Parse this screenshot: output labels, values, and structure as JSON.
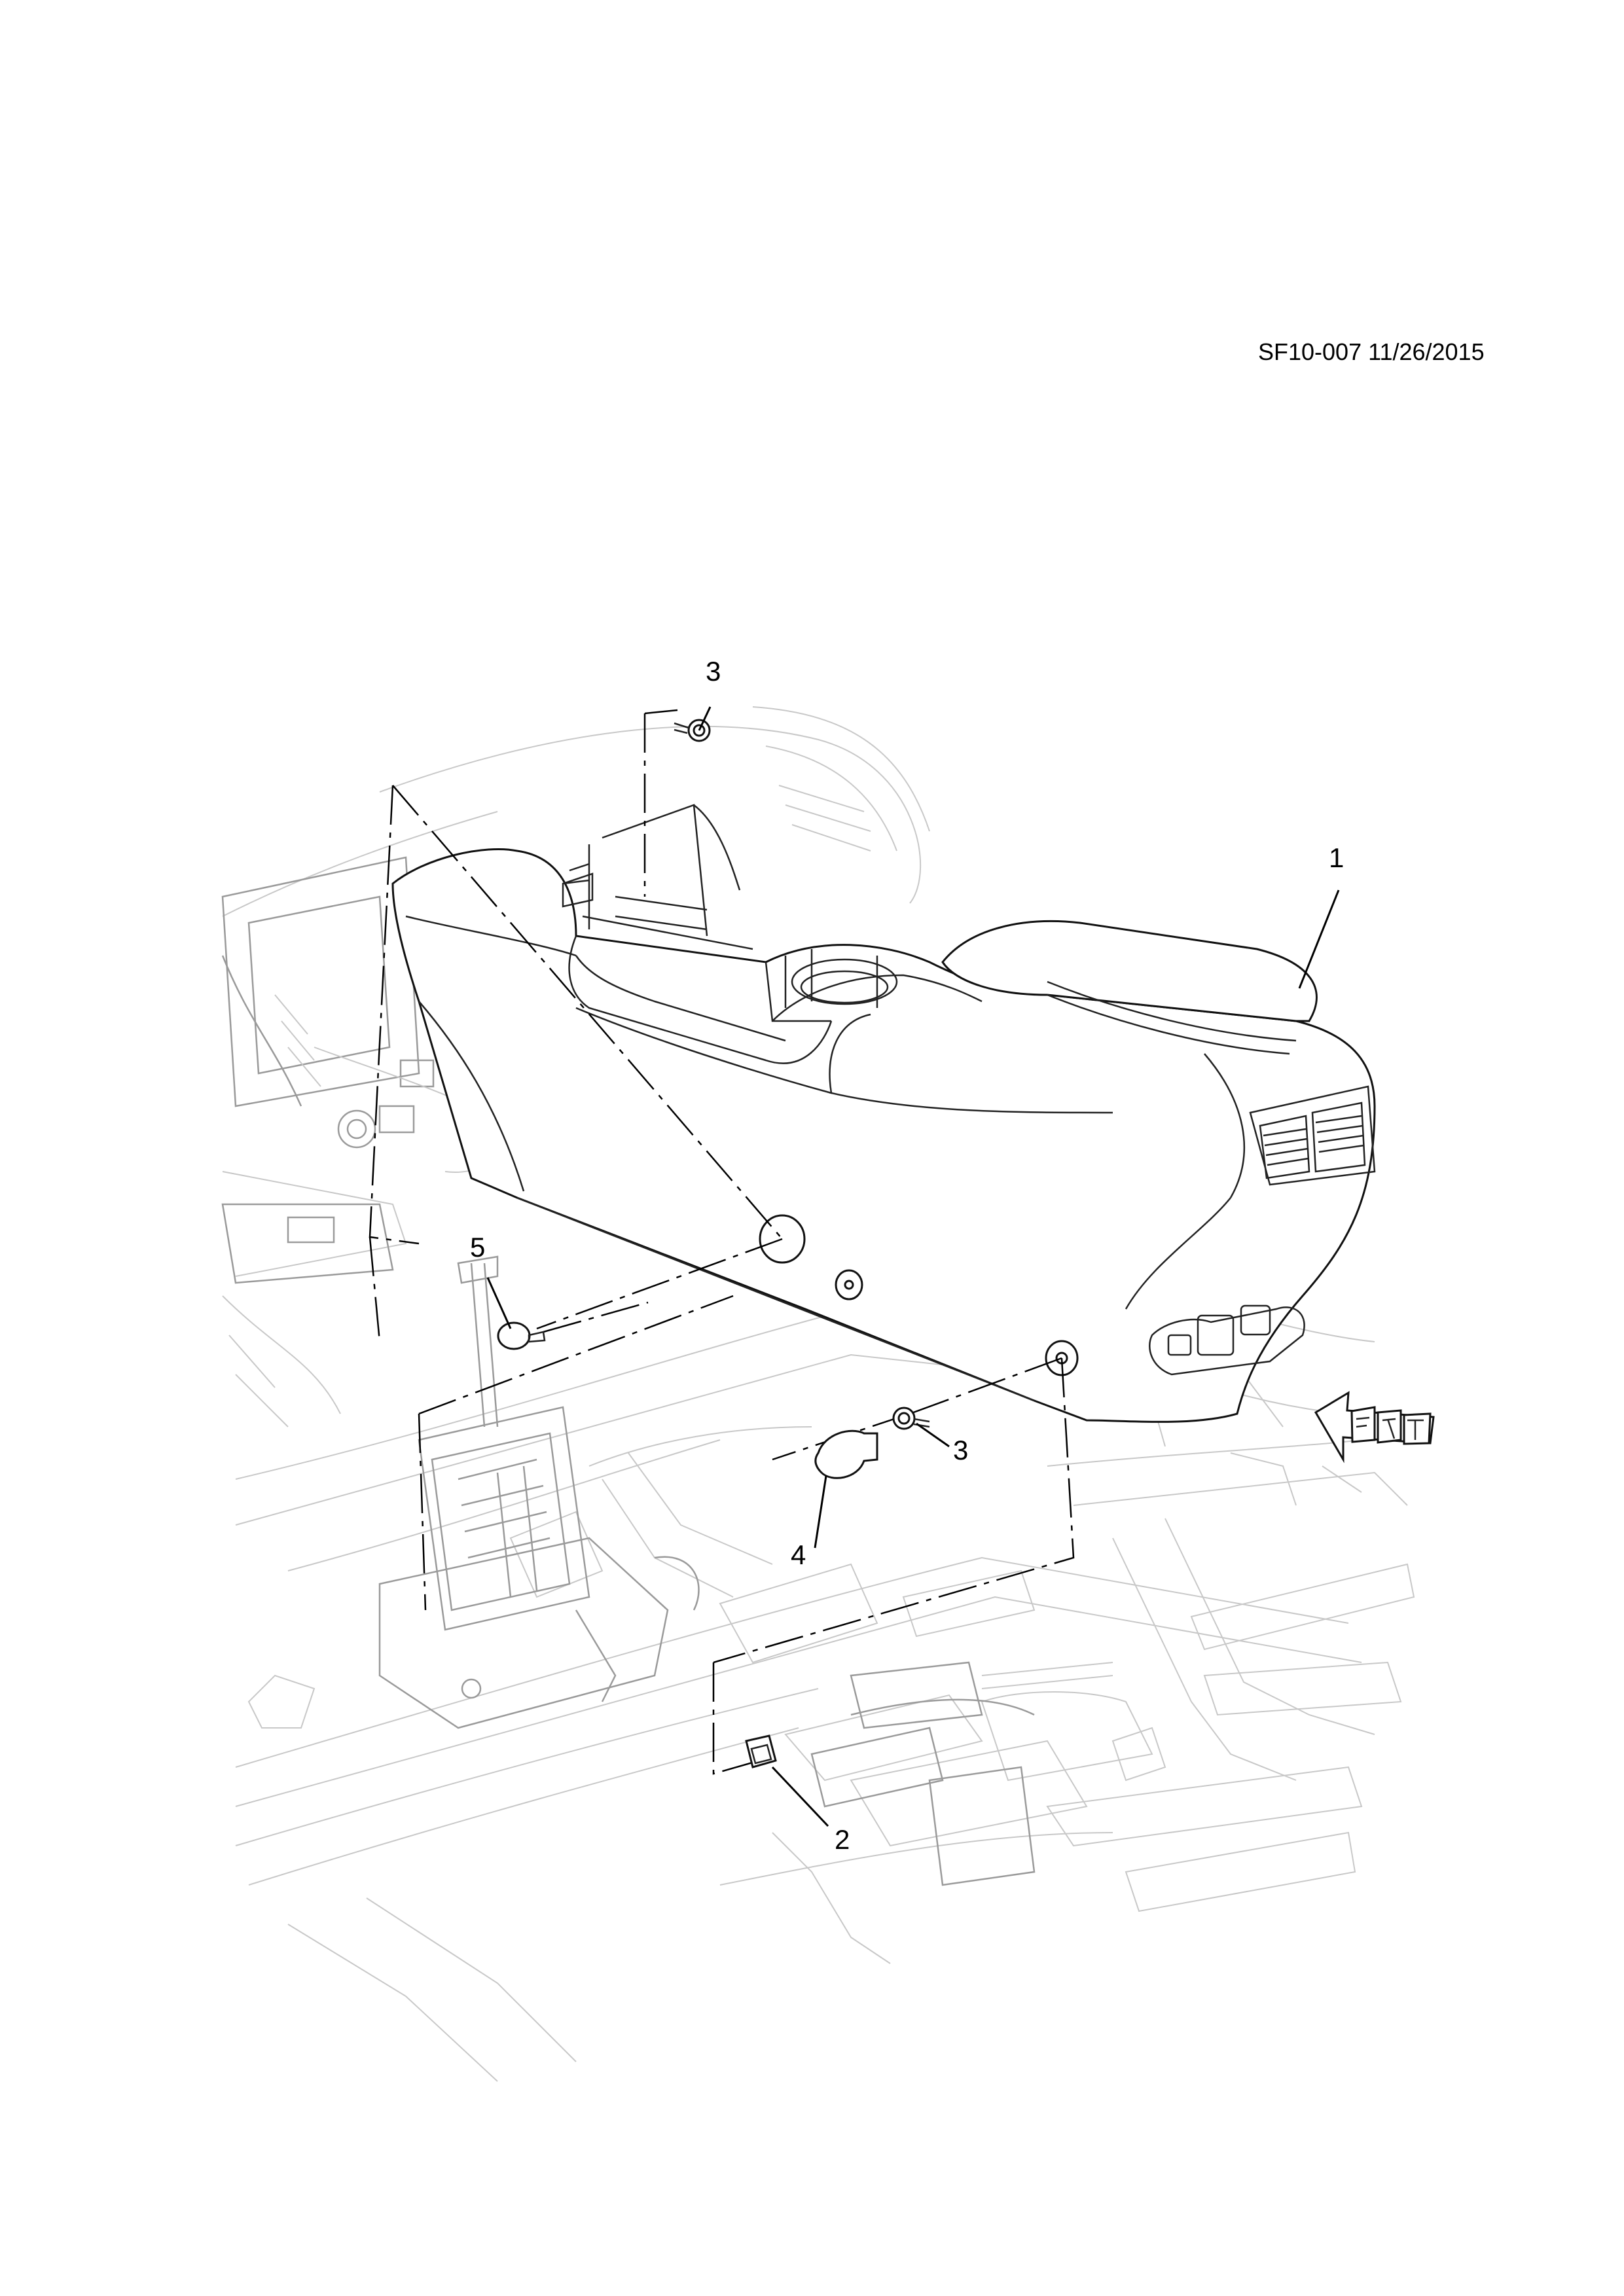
{
  "diagram": {
    "reference": "SF10-007 11/26/2015",
    "callouts": [
      {
        "id": "callout-1",
        "label": "1"
      },
      {
        "id": "callout-2",
        "label": "2"
      },
      {
        "id": "callout-3-top",
        "label": "3"
      },
      {
        "id": "callout-3-bottom",
        "label": "3"
      },
      {
        "id": "callout-4",
        "label": "4"
      },
      {
        "id": "callout-5",
        "label": "5"
      }
    ],
    "direction_icon": "front-arrow-icon"
  }
}
